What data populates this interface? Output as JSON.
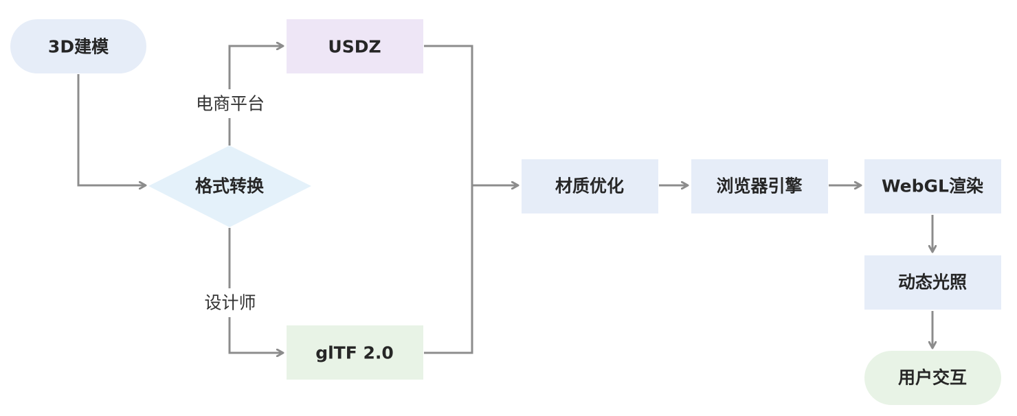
{
  "colors": {
    "edge": "#8c8c8c",
    "start_fill": "#e6edf8",
    "decision_fill": "#e4f1fa",
    "usdz_fill": "#eee6f6",
    "gltf_fill": "#e8f3e6",
    "process_fill": "#e6edf8",
    "end_fill": "#e8f3e6",
    "text": "#262626"
  },
  "nodes": {
    "start": "3D建模",
    "decision": "格式转换",
    "usdz": "USDZ",
    "gltf": "glTF 2.0",
    "material": "材质优化",
    "browser": "浏览器引擎",
    "webgl": "WebGL渲染",
    "lighting": "动态光照",
    "interaction": "用户交互"
  },
  "edge_labels": {
    "ecommerce": "电商平台",
    "designer": "设计师"
  }
}
